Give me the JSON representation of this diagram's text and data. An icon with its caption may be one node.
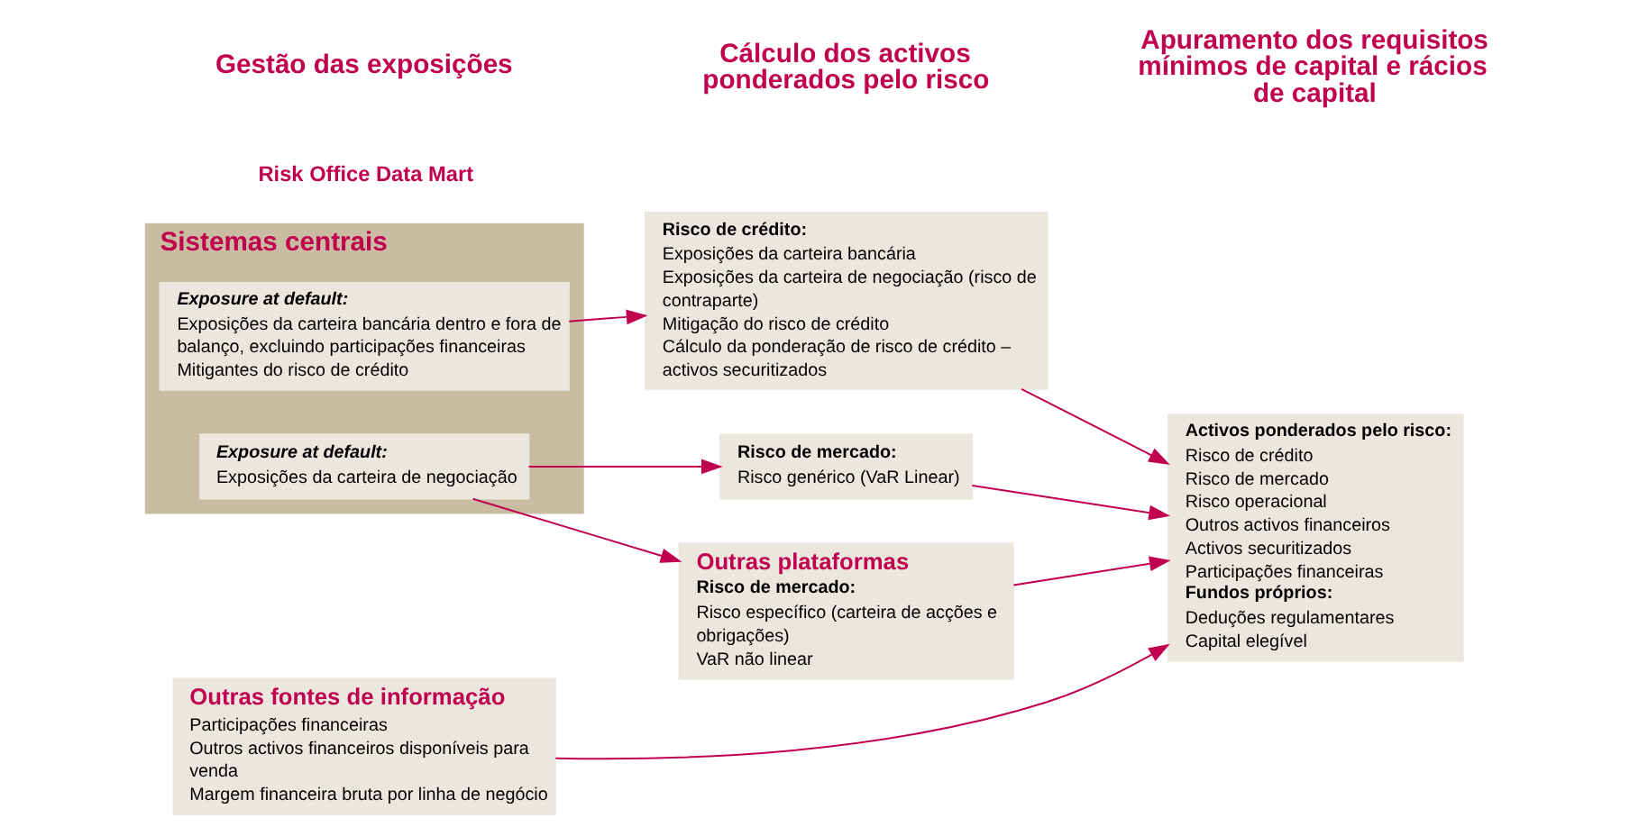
{
  "diagram": {
    "nodes": [
      {
        "text": [
          "Sistemas centrais"
        ]
      },
      {
        "text": [
          "Exposure at default:",
          "Exposições da carteira bancária dentro e fora de balanço, excluindo participações financeiras",
          "Mitigantes do risco de crédito"
        ],
        "in": 0
      },
      {
        "text": [
          "Exposure at default:",
          "Exposições da carteira de negociação"
        ],
        "in": 0
      },
      {
        "text": [
          "Outras fontes de informação",
          "Participações financeiras",
          "Outros activos financeiros disponíveis para venda",
          "Margem financeira bruta por linha de negócio"
        ]
      },
      {
        "text": [
          "Risco de crédito:",
          "Exposições da carteira bancária",
          "Exposições da carteira de negociação (risco de contraparte)",
          "Mitigação do risco de crédito",
          "Cálculo da ponderação de risco de crédito – activos securitizados"
        ]
      },
      {
        "text": [
          "Risco de mercado:",
          "Risco genérico (VaR Linear)"
        ]
      },
      {
        "text": [
          "Outras plataformas",
          "Risco de mercado:",
          "Risco específico (carteira de acções e obrigações)",
          "VaR não linear"
        ]
      },
      {
        "text": [
          "Activos ponderados pelo risco:",
          "Risco de crédito",
          "Risco de mercado",
          "Risco operacional",
          "Outros activos financeiros",
          "Activos securitizados",
          "Participações financeiras",
          "Fundos próprios:",
          "Deduções regulamentares",
          "Capital elegível"
        ]
      }
    ],
    "edges": [
      {
        "from": 1,
        "to": 4,
        "arrow": "to"
      },
      {
        "from": 2,
        "to": 5,
        "arrow": "to"
      },
      {
        "from": 2,
        "to": 6,
        "arrow": "to"
      },
      {
        "from": 4,
        "to": 7,
        "arrow": "to"
      },
      {
        "from": 5,
        "to": 7,
        "arrow": "to"
      },
      {
        "from": 6,
        "to": 7,
        "arrow": "to"
      },
      {
        "from": 3,
        "to": 7,
        "arrow": "to"
      }
    ],
    "labels": [
      "Gestão das exposições",
      "Cálculo dos activos ponderados pelo risco",
      "Apuramento dos requisitos mínimos de capital e rácios de capital",
      "Risk Office Data Mart"
    ]
  }
}
